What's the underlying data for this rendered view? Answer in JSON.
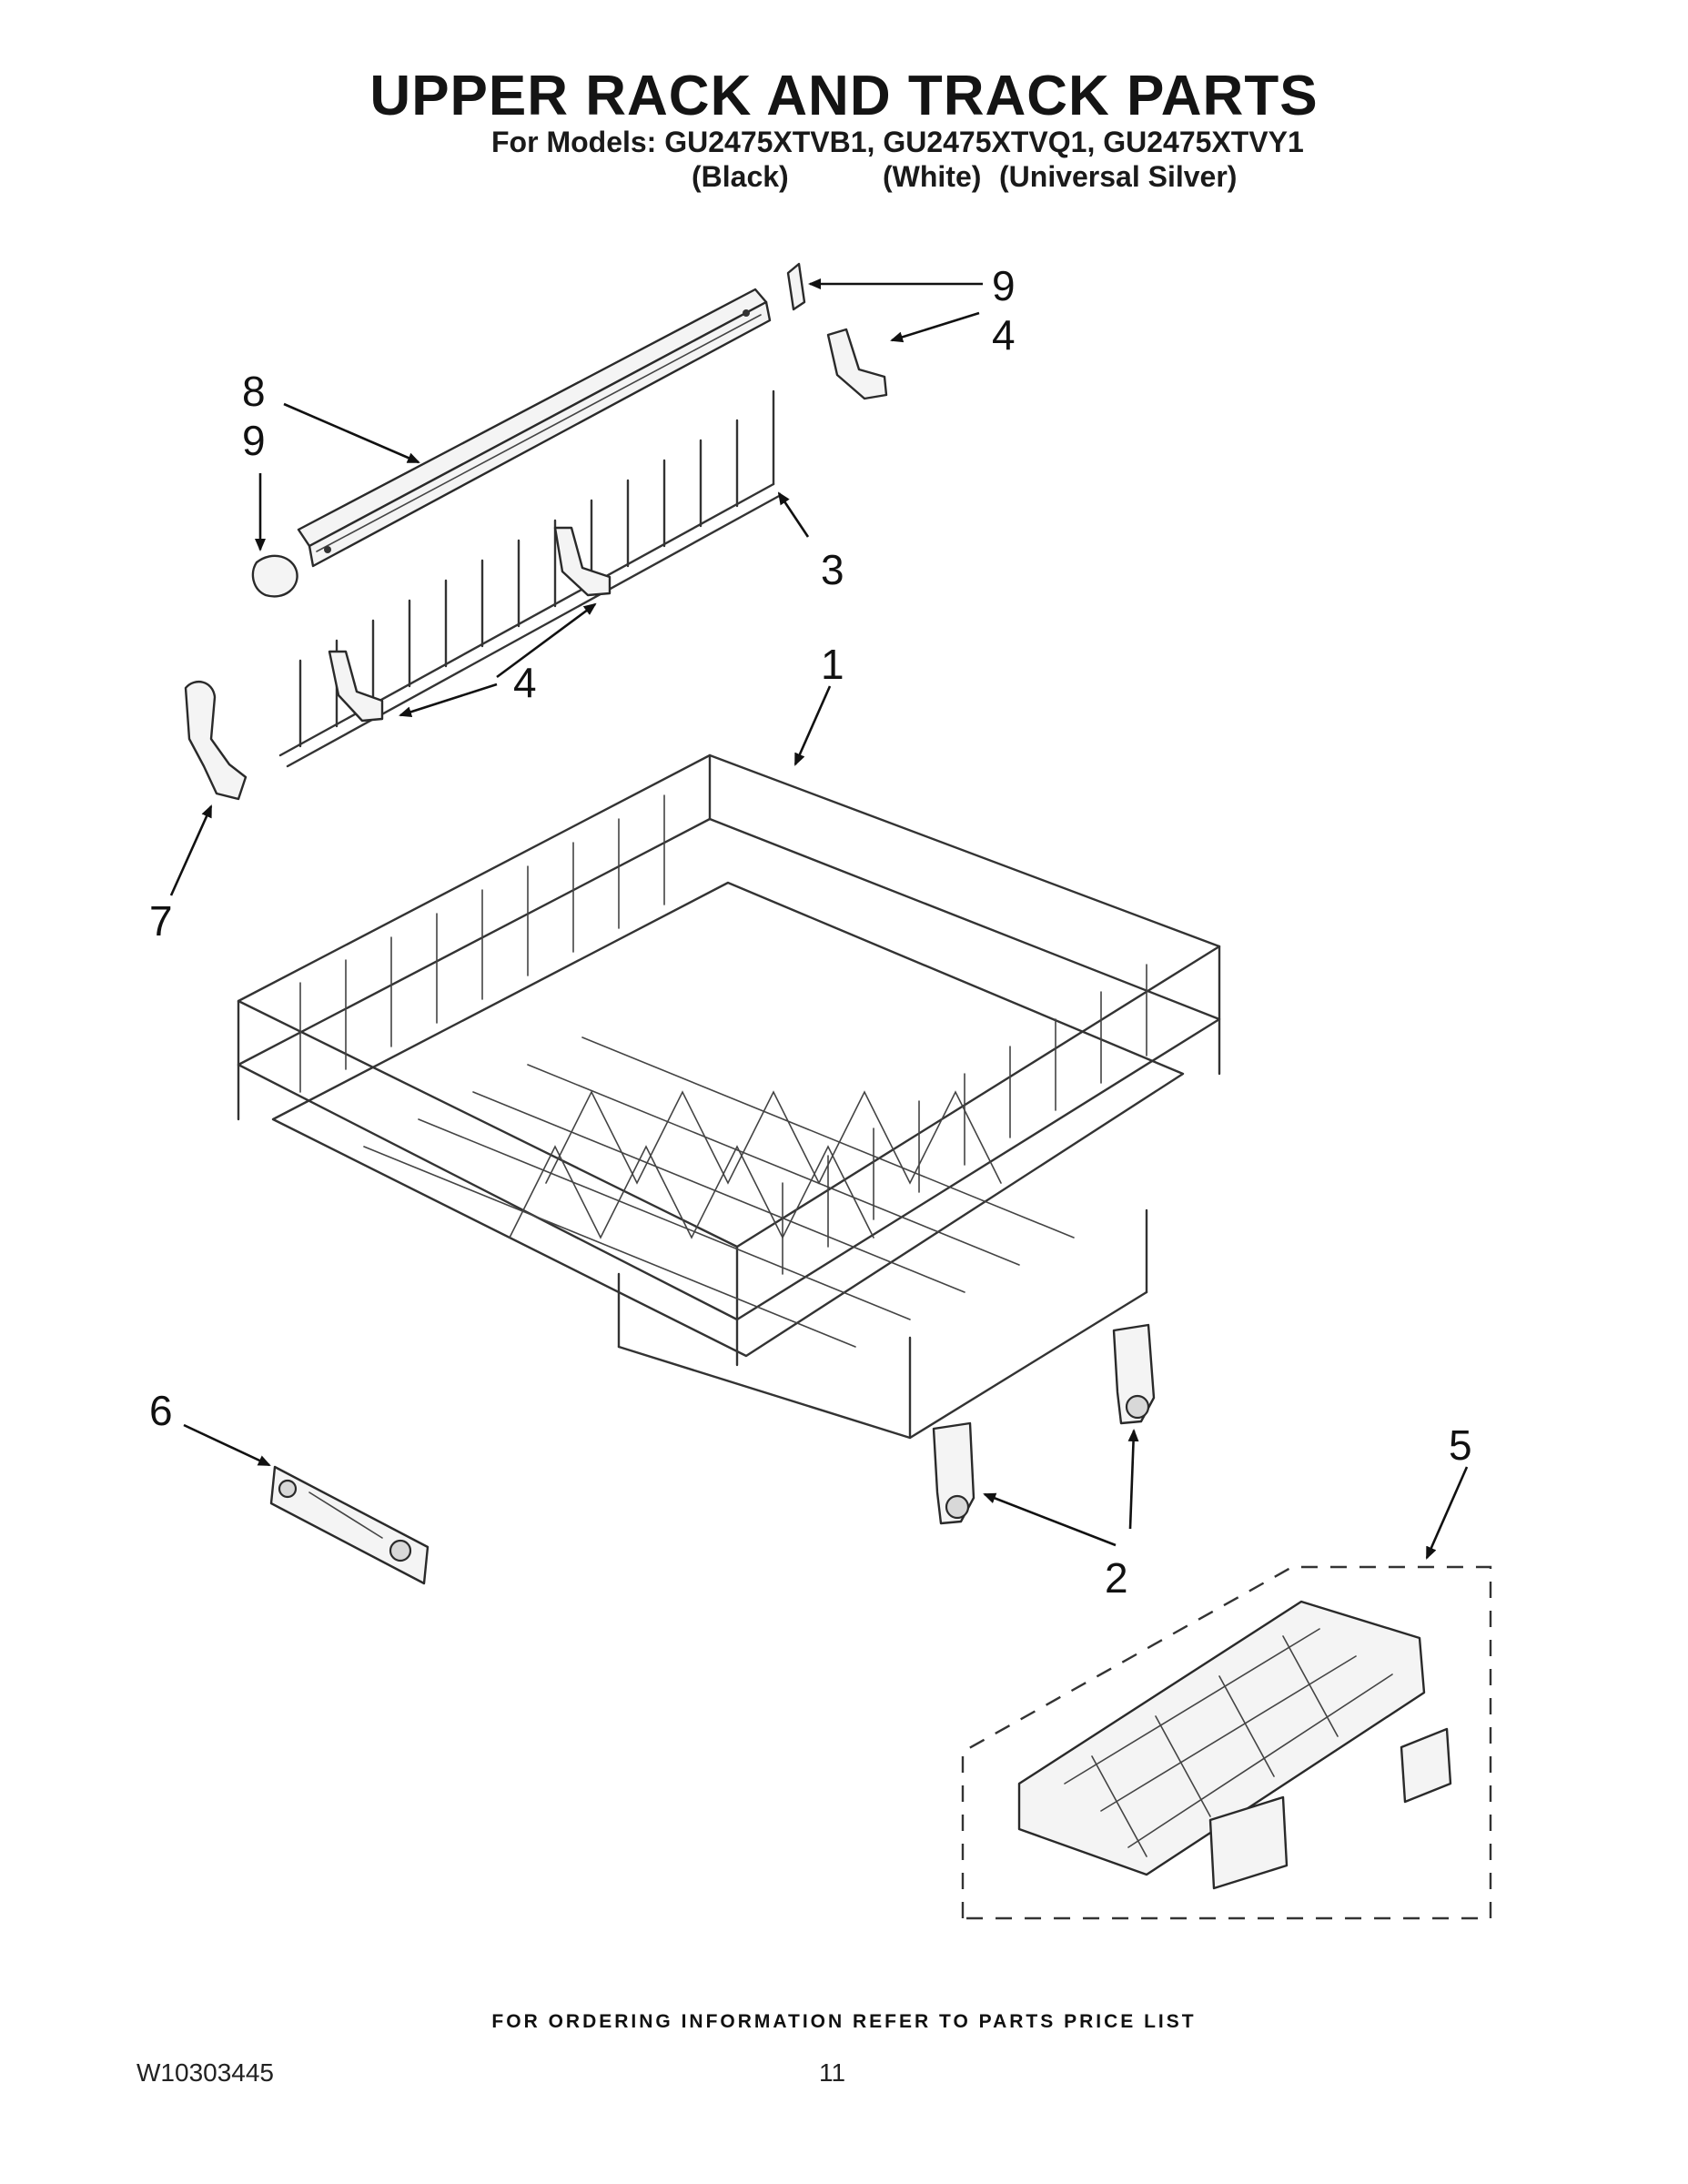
{
  "header": {
    "title": "UPPER RACK AND TRACK PARTS",
    "models_line": "For Models: GU2475XTVB1, GU2475XTVQ1, GU2475XTVY1",
    "color_labels": [
      "(Black)",
      "(White)",
      "(Universal Silver)"
    ]
  },
  "callouts": [
    "9",
    "4",
    "8",
    "9",
    "3",
    "4",
    "1",
    "7",
    "6",
    "2",
    "5"
  ],
  "footer": {
    "note": "FOR ORDERING INFORMATION REFER TO PARTS PRICE LIST",
    "doc_number": "W10303445",
    "page_number": "11"
  }
}
